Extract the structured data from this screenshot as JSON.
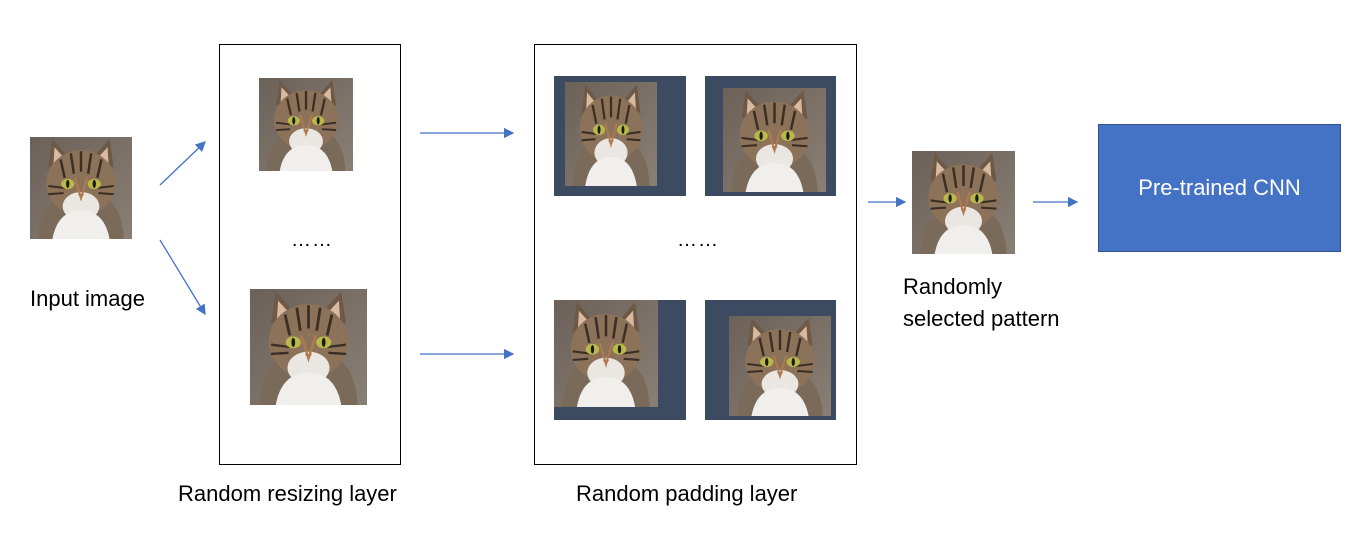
{
  "labels": {
    "input": "Input image",
    "resizing": "Random resizing layer",
    "padding": "Random padding layer",
    "selected_line1": "Randomly",
    "selected_line2": "selected pattern",
    "cnn": "Pre-trained CNN",
    "ellipsis_resize": "……",
    "ellipsis_pad": "……"
  },
  "colors": {
    "cnn_fill": "#4472c4",
    "padding_fill": "#3d4b62",
    "arrow": "#4472c4"
  },
  "icons": {
    "image": "cat-photo"
  }
}
